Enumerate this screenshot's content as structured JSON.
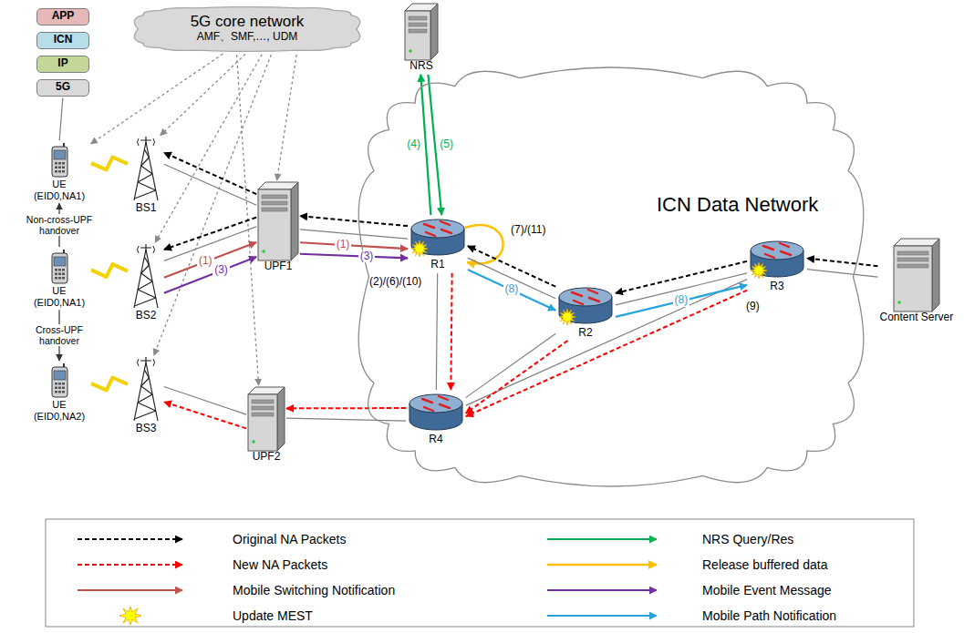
{
  "diagram": {
    "nodes": [
      {
        "text": [
          "5G core network",
          "AMF、SMF,…, UDM"
        ]
      },
      {
        "text": [
          "APP"
        ]
      },
      {
        "text": [
          "ICN"
        ]
      },
      {
        "text": [
          "IP"
        ]
      },
      {
        "text": [
          "5G"
        ]
      },
      {
        "text": [
          "UE (EID0,NA1)"
        ]
      },
      {
        "text": [
          "BS1"
        ]
      },
      {
        "text": [
          "NRS"
        ]
      },
      {
        "text": [
          "ICN Data Network"
        ]
      },
      {
        "text": [
          "R1"
        ],
        "in": 8
      },
      {
        "text": [
          "R2"
        ],
        "in": 8
      },
      {
        "text": [
          "R3"
        ],
        "in": 8
      },
      {
        "text": [
          "R4"
        ],
        "in": 8
      },
      {
        "text": [
          "UPF1"
        ]
      },
      {
        "text": [
          "UE (EID0,NA1)"
        ]
      },
      {
        "text": [
          "BS2"
        ]
      },
      {
        "text": [
          "Content Server"
        ]
      },
      {
        "text": [
          "UE (EID0,NA2)"
        ]
      },
      {
        "text": [
          "BS3"
        ]
      },
      {
        "text": [
          "UPF2"
        ]
      }
    ],
    "edges": [
      {
        "from": 4,
        "to": 5,
        "arrow": "none"
      },
      {
        "from": 0,
        "to": 5,
        "arrow": "to"
      },
      {
        "from": 0,
        "to": 6,
        "arrow": "to"
      },
      {
        "from": 0,
        "to": 15,
        "arrow": "to"
      },
      {
        "from": 0,
        "to": 18,
        "arrow": "to"
      },
      {
        "from": 0,
        "to": 13,
        "arrow": "to"
      },
      {
        "from": 0,
        "to": 19,
        "arrow": "to"
      },
      {
        "from": 5,
        "to": 6,
        "arrow": "none"
      },
      {
        "from": 14,
        "to": 15,
        "arrow": "none"
      },
      {
        "from": 17,
        "to": 18,
        "arrow": "none"
      },
      {
        "from": 14,
        "to": 5,
        "arrow": "to",
        "label": "Non-cross-UPF handover"
      },
      {
        "from": 14,
        "to": 17,
        "arrow": "to",
        "label": "Cross-UPF handover"
      },
      {
        "from": 6,
        "to": 13,
        "arrow": "none"
      },
      {
        "from": 15,
        "to": 13,
        "arrow": "none"
      },
      {
        "from": 18,
        "to": 19,
        "arrow": "none"
      },
      {
        "from": 13,
        "to": 9,
        "arrow": "none"
      },
      {
        "from": 19,
        "to": 12,
        "arrow": "none"
      },
      {
        "from": 9,
        "to": 10,
        "arrow": "none"
      },
      {
        "from": 9,
        "to": 12,
        "arrow": "none"
      },
      {
        "from": 10,
        "to": 11,
        "arrow": "none"
      },
      {
        "from": 10,
        "to": 12,
        "arrow": "none"
      },
      {
        "from": 11,
        "to": 12,
        "arrow": "none"
      },
      {
        "from": 11,
        "to": 16,
        "arrow": "none"
      },
      {
        "from": 9,
        "to": 13,
        "arrow": "to"
      },
      {
        "from": 13,
        "to": 6,
        "arrow": "to"
      },
      {
        "from": 13,
        "to": 15,
        "arrow": "to"
      },
      {
        "from": 10,
        "to": 9,
        "arrow": "to"
      },
      {
        "from": 11,
        "to": 10,
        "arrow": "to"
      },
      {
        "from": 16,
        "to": 11,
        "arrow": "to"
      },
      {
        "from": 9,
        "to": 12,
        "arrow": "to"
      },
      {
        "from": 10,
        "to": 12,
        "arrow": "to"
      },
      {
        "from": 11,
        "to": 12,
        "arrow": "to"
      },
      {
        "from": 12,
        "to": 19,
        "arrow": "to"
      },
      {
        "from": 19,
        "to": 18,
        "arrow": "to"
      },
      {
        "from": 15,
        "to": 13,
        "arrow": "to",
        "label": "(1)"
      },
      {
        "from": 15,
        "to": 13,
        "arrow": "to",
        "label": "(3)"
      },
      {
        "from": 13,
        "to": 9,
        "arrow": "to",
        "label": "(1)"
      },
      {
        "from": 13,
        "to": 9,
        "arrow": "to",
        "label": "(3)"
      },
      {
        "from": 9,
        "to": 7,
        "arrow": "to",
        "label": "(4)"
      },
      {
        "from": 7,
        "to": 9,
        "arrow": "to",
        "label": "(5)"
      },
      {
        "from": 9,
        "to": 10,
        "arrow": "to",
        "label": "(8)"
      },
      {
        "from": 10,
        "to": 11,
        "arrow": "to",
        "label": "(8)"
      }
    ],
    "labels": [
      "(2)/(6)/(10)",
      "(7)/(11)",
      "(9)"
    ],
    "legend": [
      {
        "text": "Original NA Packets"
      },
      {
        "text": "New NA Packets"
      },
      {
        "text": "Mobile Switching Notification"
      },
      {
        "text": "Update MEST"
      },
      {
        "text": "NRS Query/Res"
      },
      {
        "text": "Release buffered data"
      },
      {
        "text": "Mobile Event Message"
      },
      {
        "text": "Mobile Path Notification"
      }
    ]
  }
}
